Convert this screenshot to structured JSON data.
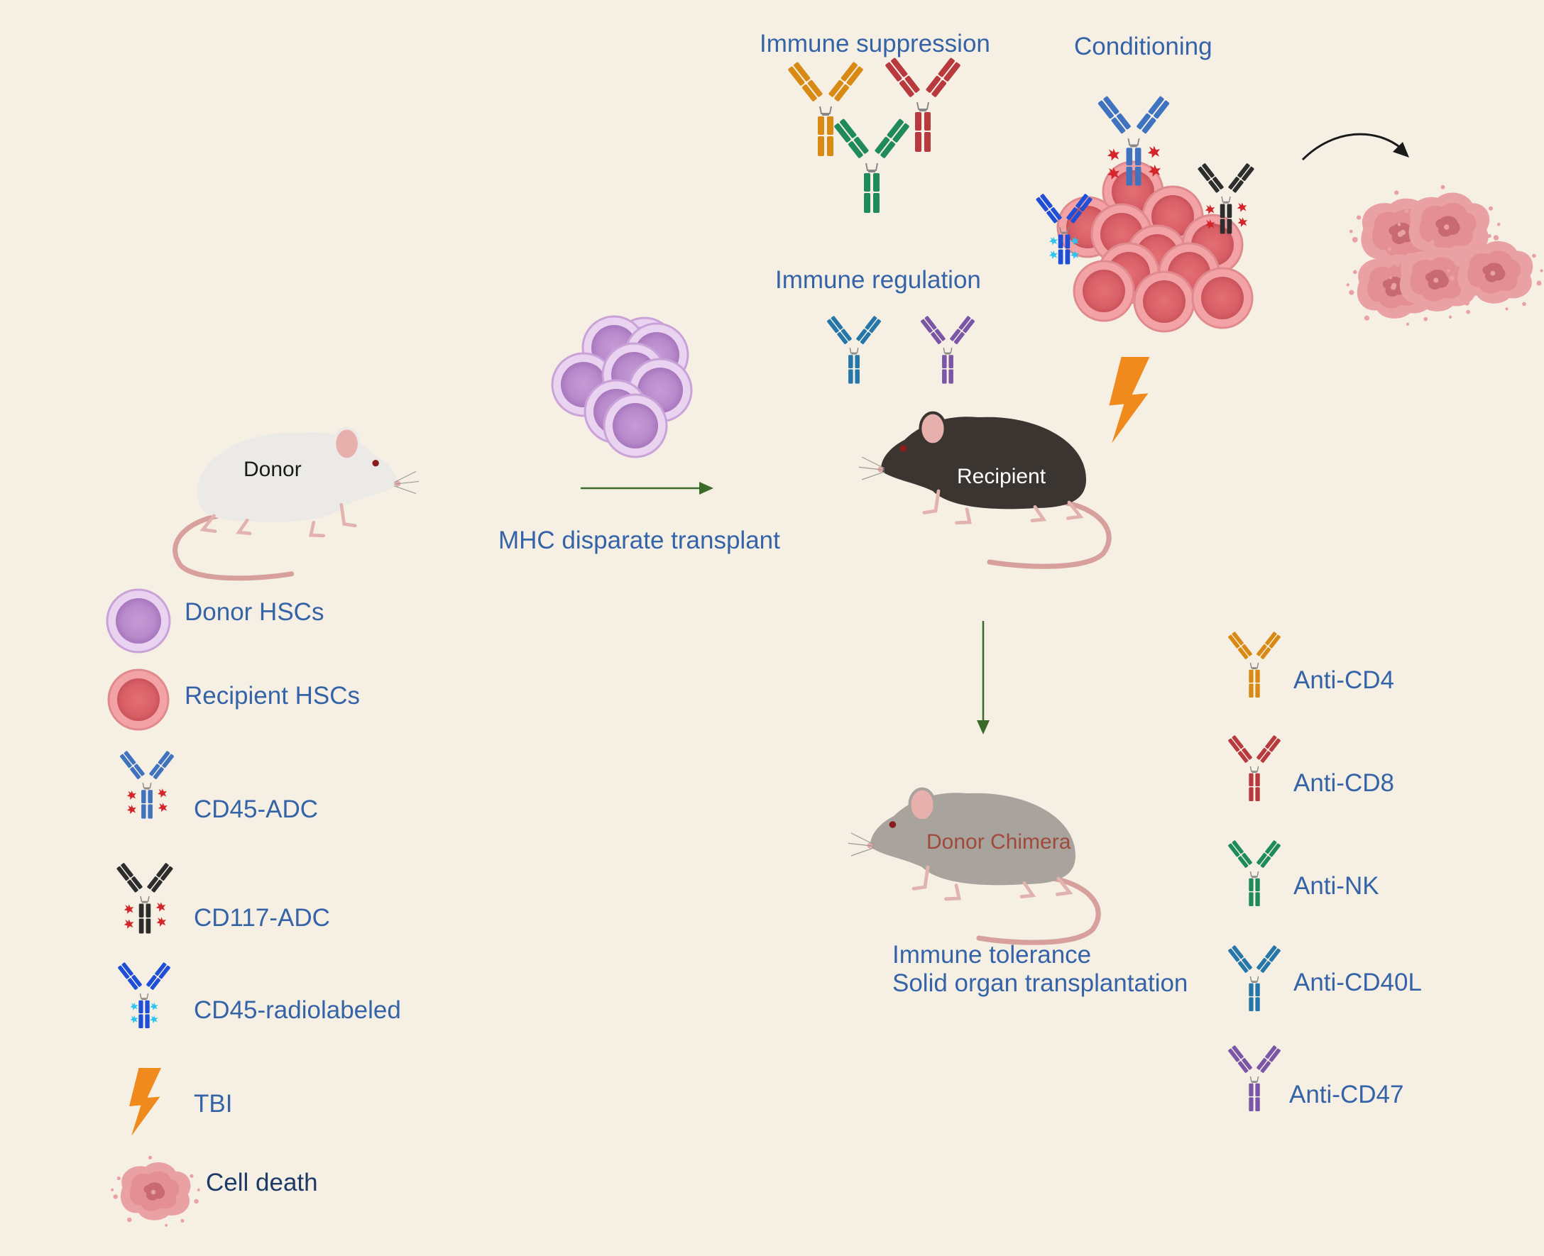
{
  "colors": {
    "background": "#f6f0e4",
    "label_blue": "#3563a8",
    "arrow_green": "#3b6b2a",
    "donor_hsc": "#c59ad3",
    "recipient_hsc": "#e27a7e",
    "anti_cd4": "#d88a14",
    "anti_cd8": "#b83a3f",
    "anti_nk": "#1f8a5c",
    "anti_cd40l": "#2477a8",
    "anti_cd47": "#7b55a6",
    "cd45_adc": "#3f73c0",
    "cd117_adc": "#2d2d2d",
    "cd45_radiolabeled": "#1e4fd6",
    "tbi": "#f08a1c",
    "cell_death": "#e9a2a4"
  },
  "mice": {
    "donor": "Donor",
    "recipient": "Recipient",
    "chimera": "Donor Chimera"
  },
  "headings": {
    "immune_suppression": "Immune suppression",
    "conditioning": "Conditioning",
    "immune_regulation": "Immune regulation"
  },
  "transplant_label": "MHC disparate transplant",
  "outcome": {
    "line1": "Immune tolerance",
    "line2": "Solid organ transplantation"
  },
  "legend_left": [
    {
      "label": "Donor HSCs",
      "icon": "donor-hsc-icon"
    },
    {
      "label": "Recipient HSCs",
      "icon": "recipient-hsc-icon"
    },
    {
      "label": "CD45-ADC",
      "icon": "cd45-adc-icon"
    },
    {
      "label": "CD117-ADC",
      "icon": "cd117-adc-icon"
    },
    {
      "label": "CD45-radiolabeled",
      "icon": "cd45-radiolabeled-icon"
    },
    {
      "label": "TBI",
      "icon": "lightning-icon"
    },
    {
      "label": "Cell death",
      "icon": "cell-death-icon"
    }
  ],
  "legend_right": [
    {
      "label": "Anti-CD4",
      "icon": "antibody-icon"
    },
    {
      "label": "Anti-CD8",
      "icon": "antibody-icon"
    },
    {
      "label": "Anti-NK",
      "icon": "antibody-icon"
    },
    {
      "label": "Anti-CD40L",
      "icon": "antibody-icon"
    },
    {
      "label": "Anti-CD47",
      "icon": "antibody-icon"
    }
  ]
}
